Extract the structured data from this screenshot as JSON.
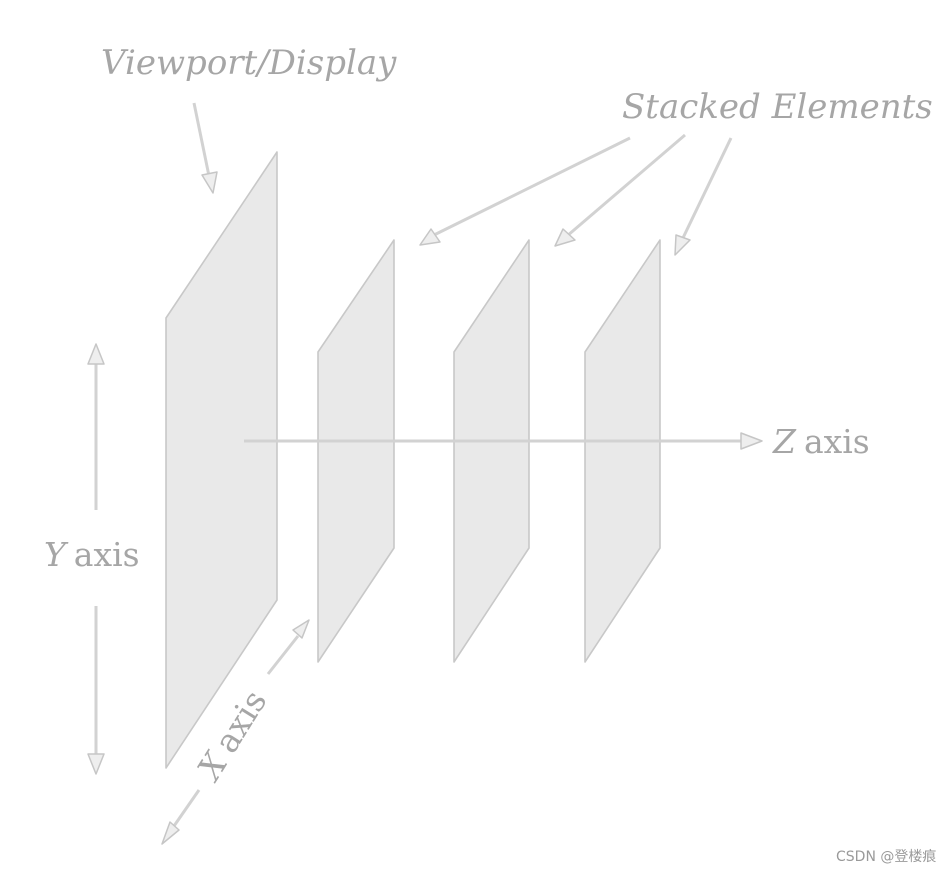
{
  "labels": {
    "viewport": "Viewport/Display",
    "stacked_elements": "Stacked Elements",
    "z_axis_var": "Z",
    "z_axis_word": "axis",
    "y_axis_var": "Y",
    "y_axis_word": "axis",
    "x_axis_var": "X",
    "x_axis_word": "axis"
  },
  "watermark": "CSDN @登楼痕",
  "colors": {
    "plane_fill": "#e9e9e9",
    "plane_stroke": "#c8c8c8",
    "arrow": "#d2d2d2",
    "text": "#a6a6a6"
  }
}
